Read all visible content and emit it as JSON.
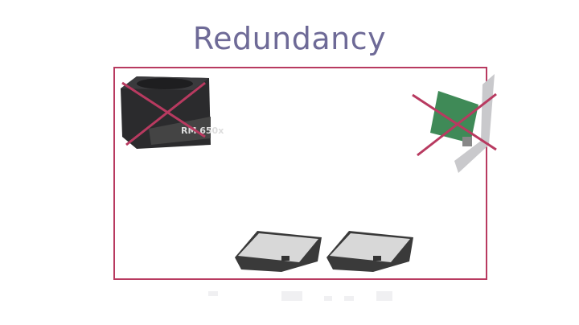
{
  "slide": {
    "title": "Redundancy",
    "accent_color": "#b83a60",
    "title_color": "#6e6a97"
  },
  "components": [
    {
      "name": "power-supply",
      "label": "RM 650x",
      "failed": true
    },
    {
      "name": "network-card",
      "failed": true
    },
    {
      "name": "hard-drive-1",
      "failed": false
    },
    {
      "name": "hard-drive-2",
      "failed": false
    }
  ]
}
